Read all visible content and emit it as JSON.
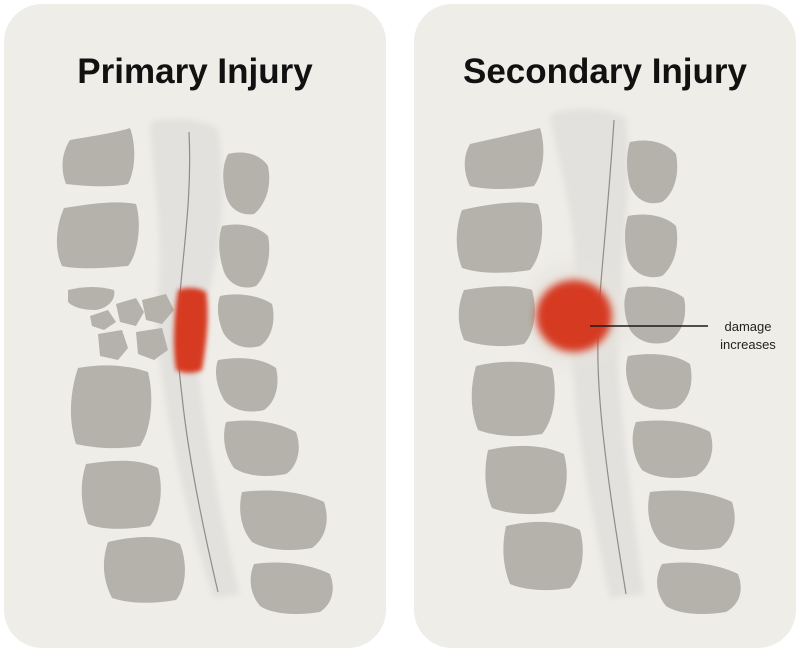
{
  "panels": {
    "primary": {
      "title": "Primary Injury"
    },
    "secondary": {
      "title": "Secondary Injury",
      "annotation": {
        "line1": "damage",
        "line2": "increases"
      }
    }
  },
  "colors": {
    "panel_background": "#efede8",
    "vertebra": "#b4b2aa",
    "spinal_canal": "#e2e1de",
    "spinal_cord_line": "#8f8d88",
    "injury": "#d63a20",
    "title_text": "#111111"
  }
}
